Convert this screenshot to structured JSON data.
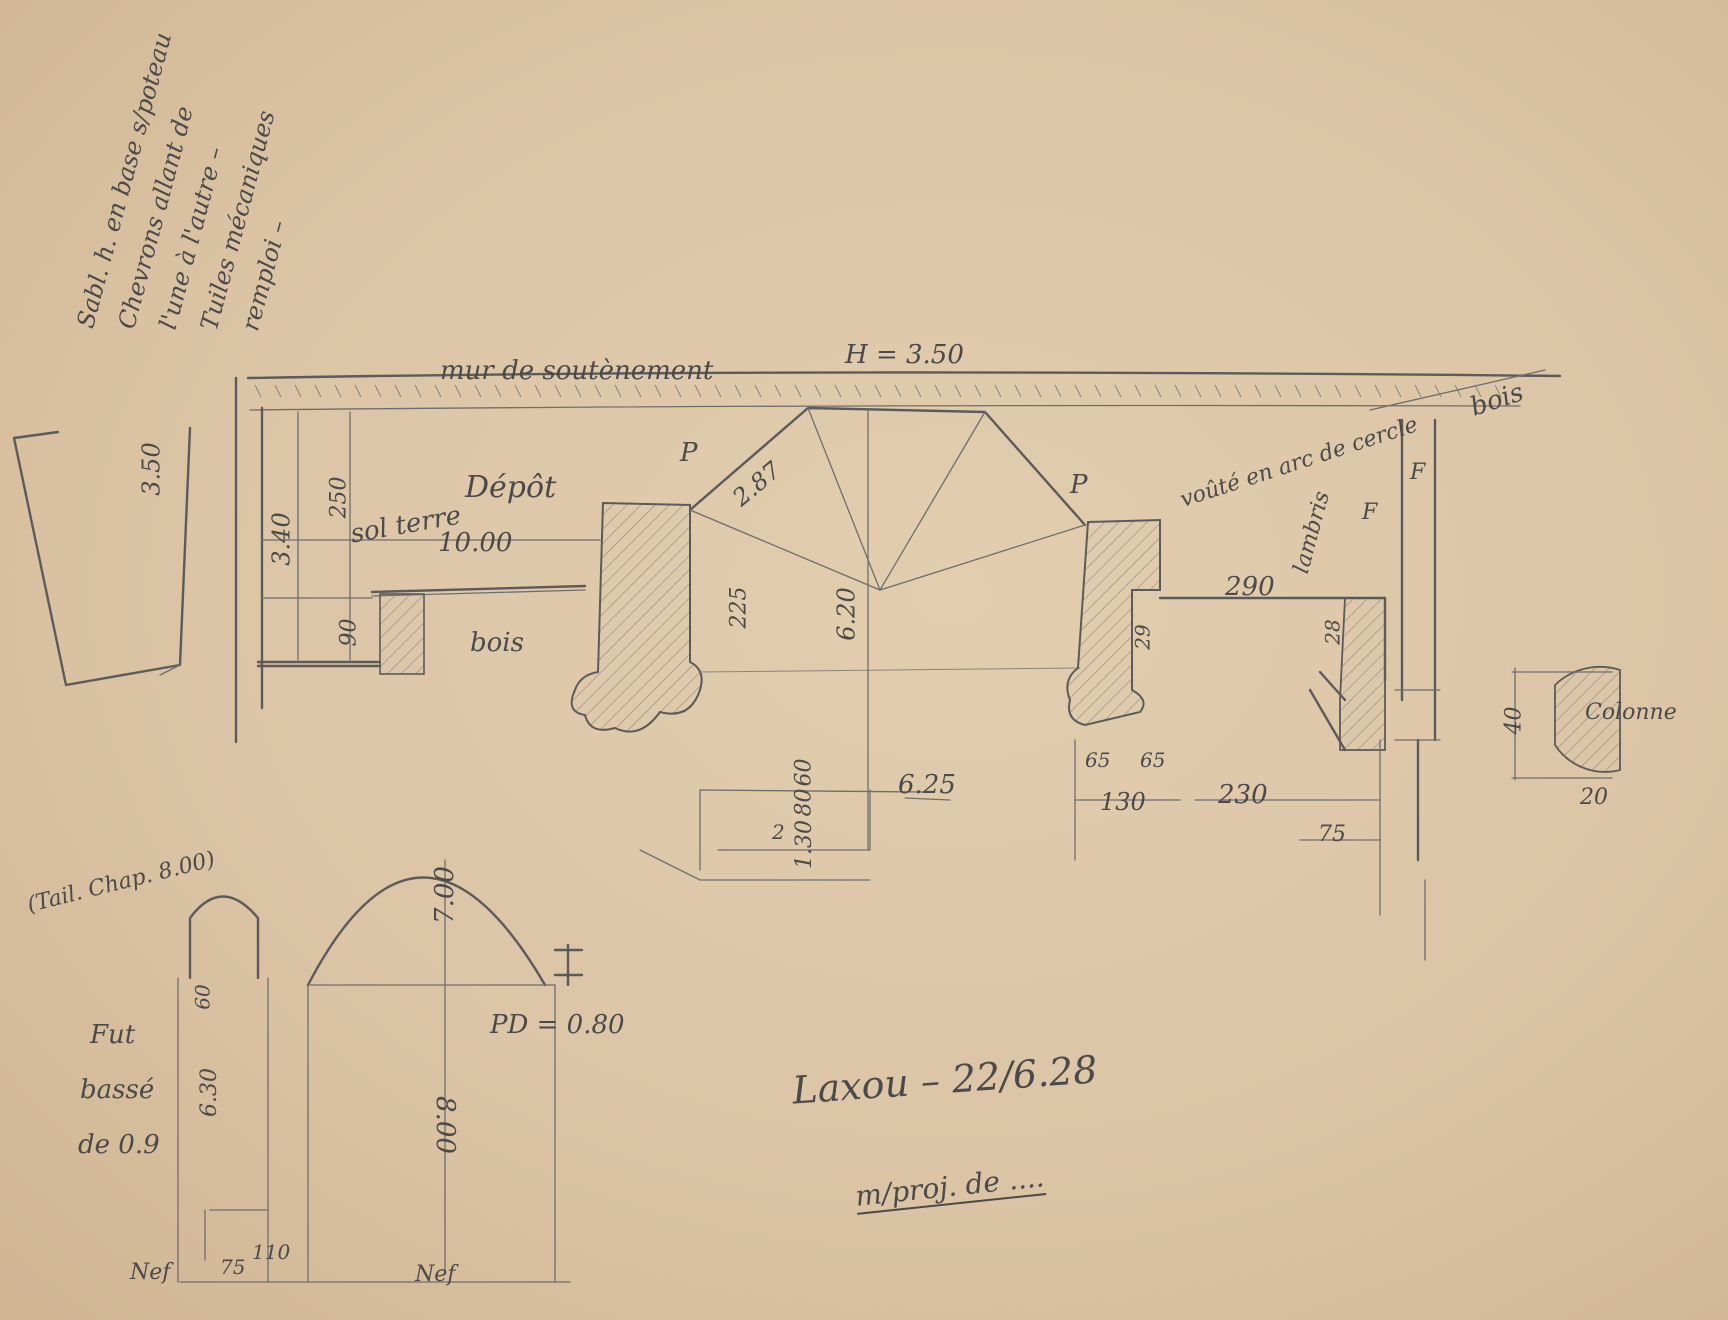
{
  "annotations": {
    "side_note": [
      "Sabl. h. en base s/poteau",
      "Chevrons allant de",
      "l'une à l'autre –",
      "Tuiles mécaniques",
      "remploi –"
    ],
    "mur": "mur de soutènement",
    "mur_height": "H = 3.50",
    "depot": "Dépôt",
    "sol_terre": "sol terre",
    "voute": "voûté en arc de cercle",
    "bois": "bois",
    "lambris": "lambris",
    "bois_label": "bois",
    "colonne": "Colonne",
    "tail_chap": "(Tail. Chap. 8.00)",
    "fut": [
      "Fut",
      "bassé",
      "de 0.9"
    ],
    "pd": "PD = 0.80",
    "nef_left": "Nef",
    "nef_right": "Nef",
    "signature": "Laxou – 22/6.28",
    "subsignature": "m/proj. de ....",
    "p_left": "P",
    "p_right": "P",
    "f_left": "F",
    "f_right": "F"
  },
  "dimensions": {
    "d_350": "3.50",
    "d_250": "250",
    "d_340": "3.40",
    "d_1000": "10.00",
    "d_290": "290",
    "d_90": "90",
    "d_287": "2.87",
    "d_225": "225",
    "d_620": "6.20",
    "d_60": "60",
    "d_80": "80",
    "d_625": "6.25",
    "d_130": "130",
    "d_230": "230",
    "d_65a": "65",
    "d_65b": "65",
    "d_75": "75",
    "d_28": "28",
    "d_29": "29",
    "d_40": "40",
    "d_20": "20",
    "d_1p30": "1.30",
    "d_700": "7.00",
    "d_800": "8.00",
    "d_630": "6.30",
    "d_60b": "60",
    "d_75b": "75",
    "d_110": "110",
    "d_2": "2"
  }
}
